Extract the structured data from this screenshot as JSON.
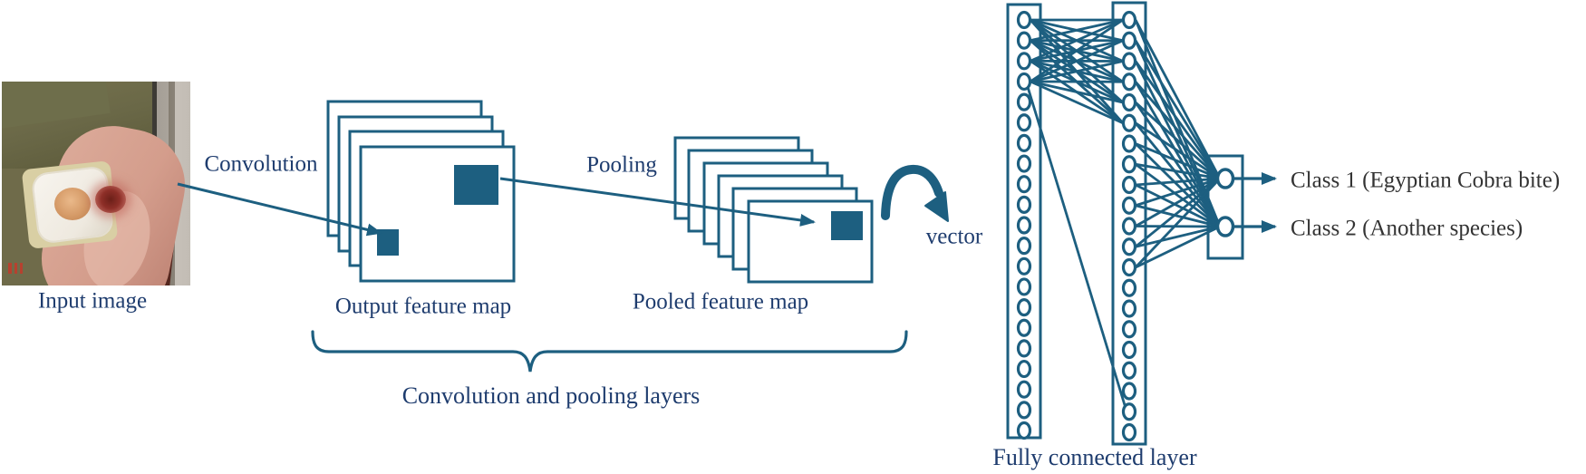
{
  "diagram": {
    "labels": {
      "input_image": "Input image",
      "convolution": "Convolution",
      "output_feature_map": "Output feature map",
      "pooling": "Pooling",
      "pooled_feature_map": "Pooled feature map",
      "vector": "vector",
      "conv_pool_group": "Convolution and pooling layers",
      "fully_connected": "Fully connected layer",
      "class1": "Class 1 (Egyptian Cobra bite)",
      "class2": "Class 2 (Another species)"
    },
    "colors": {
      "line": "#1d5f80",
      "fill_square": "#1d5f80",
      "label_text": "#1e3c6e",
      "class_text": "#333333",
      "background": "#ffffff"
    },
    "structure": {
      "output_feature_maps_count": 4,
      "pooled_feature_maps_count": 6,
      "fc_layer1_neurons": 21,
      "fc_layer2_neurons": 21,
      "output_neurons": 2
    }
  }
}
